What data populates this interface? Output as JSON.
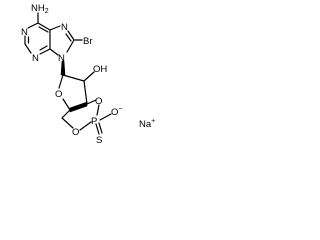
{
  "molecule": {
    "atoms": {
      "nh2": "NH",
      "nh2_sub": "2",
      "n1": "N",
      "n3": "N",
      "n7": "N",
      "n9": "N",
      "br": "Br",
      "oh": "OH",
      "o_ring": "O",
      "o3": "O",
      "o5": "O",
      "p": "P",
      "o_minus": "O",
      "o_minus_charge": "−",
      "s": "S",
      "na": "Na",
      "na_charge": "+"
    }
  }
}
